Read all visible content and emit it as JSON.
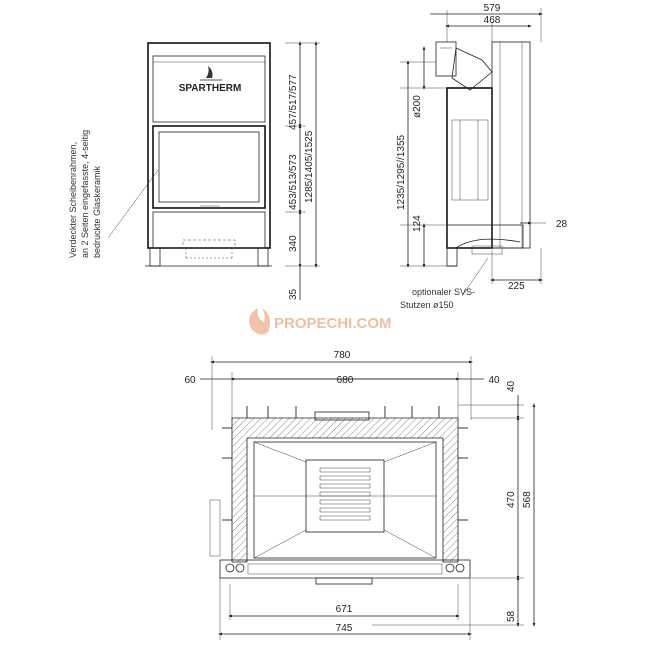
{
  "brand_label": "SPARTHERM",
  "watermark": "PROPECHI.COM",
  "front_view": {
    "note_lines": [
      "Verdeckter Scheibenrahmen,",
      "an 2 Seiten eingefasste, 4-seitig",
      "bedruckte Glaskeramik"
    ],
    "dims": {
      "upper": "457/517/577",
      "middle": "453/513/573",
      "lower": "340",
      "foot": "35",
      "total": "1285/1405/1525"
    }
  },
  "side_view": {
    "dims": {
      "width_top": "579",
      "width_inner": "468",
      "flue": "ø200",
      "height": "1235/1295//1355",
      "base": "124",
      "side_right": "28",
      "bottom": "225"
    },
    "note_lines": [
      "optionaler SVS-",
      "Stutzen ø150"
    ]
  },
  "top_view": {
    "dims": {
      "total_width": "780",
      "left_margin": "60",
      "inner_width": "680",
      "right_margin": "40",
      "right_top": "40",
      "depth_inner": "470",
      "depth_total": "568",
      "front_width": "671",
      "bottom_width": "745",
      "front_depth": "58"
    }
  }
}
